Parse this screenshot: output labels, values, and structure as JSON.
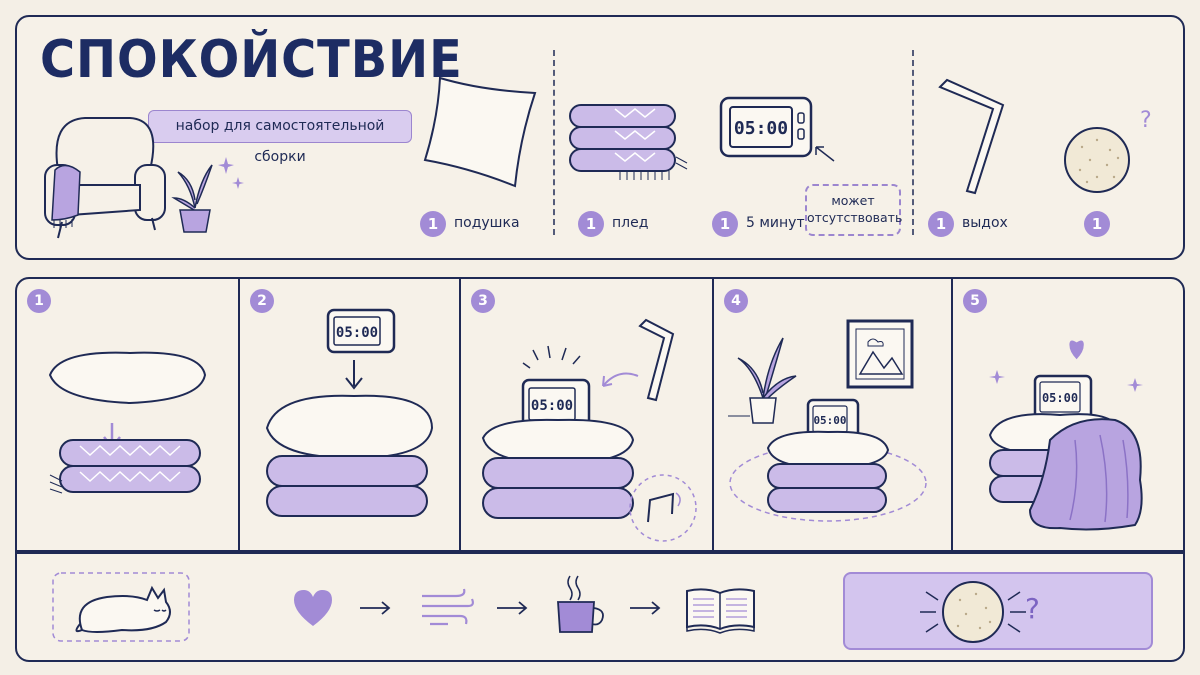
{
  "header": {
    "title": "СПОКОЙСТВИЕ",
    "subtitle": "набор для самостоятельной сборки"
  },
  "parts": [
    {
      "count": "1",
      "label": "подушка",
      "icon": "pillow-icon"
    },
    {
      "count": "1",
      "label": "плед",
      "icon": "blanket-icon"
    },
    {
      "count": "1",
      "label": "5 минут",
      "icon": "clock-icon"
    },
    {
      "count": "1",
      "label": "выдох",
      "icon": "hex-key-icon"
    },
    {
      "count": "1",
      "label": "",
      "icon": "ball-icon"
    }
  ],
  "note": "может отсутствовать",
  "question_mark": "?",
  "clock_display": "05:00",
  "steps": [
    {
      "number": "1"
    },
    {
      "number": "2"
    },
    {
      "number": "3"
    },
    {
      "number": "4"
    },
    {
      "number": "5"
    }
  ],
  "footer": {
    "sequence_icons": [
      "sleeping-cat-icon",
      "heart-icon",
      "wind-icon",
      "tea-cup-icon",
      "open-book-icon"
    ],
    "end_question": "?"
  },
  "colors": {
    "ink": "#1f2a55",
    "accent": "#a28bd6",
    "accent_light": "#d9ccef",
    "background": "#f4efe6"
  }
}
